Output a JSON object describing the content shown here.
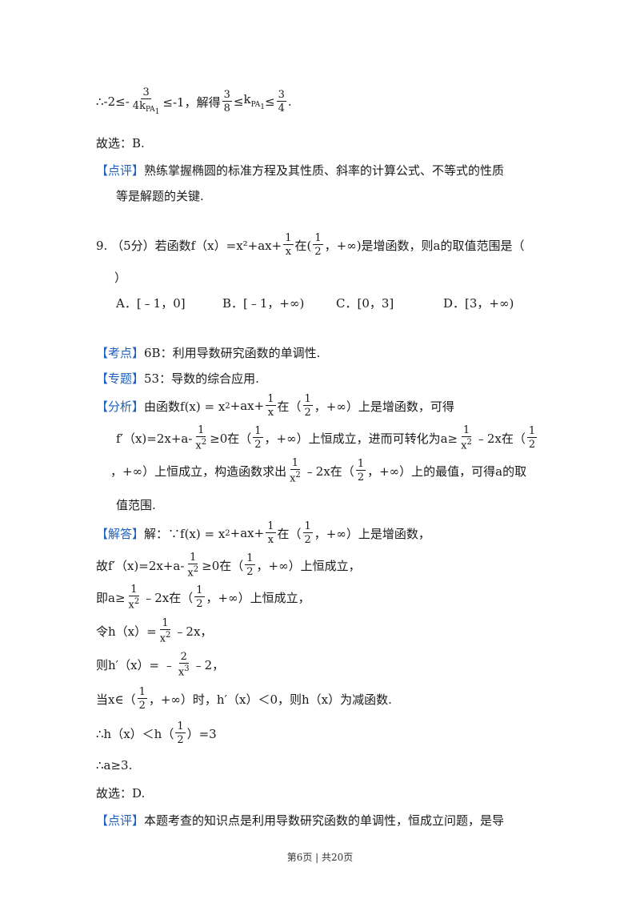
{
  "top": {
    "ineq_prefix": "∴-2≤-",
    "ineq_mid": "≤-1，解得",
    "ineq_end": ".",
    "num3": "3",
    "den_4k": "4k",
    "k": "k",
    "sub_pa": "PA",
    "sub_1": "1",
    "num_3a": "3",
    "den_8": "8",
    "le": "≤",
    "num_3b": "3",
    "den_4": "4",
    "le2": "≤",
    "choice": "故选：B.",
    "review_tag": "【点评】",
    "review_line1": "熟练掌握椭圆的标准方程及其性质、斜率的计算公式、不等式的性质",
    "review_line2": "等是解题的关键."
  },
  "q9": {
    "stem_a": "9.  （5分）若函数f（x）=x²+ax+",
    "stem_b": "在(",
    "stem_c": "，+∞)是增函数，则a的取值范围是（",
    "stem_d": "）",
    "frac_1": "1",
    "frac_x": "x",
    "frac_2": "2",
    "options": [
      "A．[﹣1，0]",
      "B．[﹣1，+∞)",
      "C．[0，3]",
      "D．[3，+∞)"
    ]
  },
  "analysis": {
    "kaodian_tag": "【考点】",
    "kaodian": "6B：利用导数研究函数的单调性.",
    "zhuanti_tag": "【专题】",
    "zhuanti": "53：导数的综合应用.",
    "fenxi_tag": "【分析】",
    "fenxi_a": "由函数f(x) = x",
    "fenxi_b": "+ax+",
    "fenxi_c": "在（",
    "fenxi_d": "，+∞）上是增函数，可得",
    "f2_a": "f′（x)=2x+a-",
    "f2_b": "≥0在（",
    "f2_c": "，+∞）上恒成立，进而可转化为a≥",
    "f2_d": "﹣2x在（",
    "f3_a": "，+∞）上恒成立，构造函数求出",
    "f3_b": "﹣2x在（",
    "f3_c": "，+∞）上的最值，可得a的取",
    "f4": "值范围.",
    "two": "2",
    "three": "3"
  },
  "solution": {
    "tag": "【解答】",
    "s1_a": "解：∵f(x) = x",
    "s1_b": "+ax+",
    "s1_c": "在（",
    "s1_d": "，+∞）上是增函数，",
    "s2_a": "故f′（x)=2x+a-",
    "s2_b": "≥0在（",
    "s2_c": "，+∞）上恒成立，",
    "s3_a": "即a≥",
    "s3_b": "﹣2x在（",
    "s3_c": "，+∞）上恒成立，",
    "s4_a": "令h（x）=",
    "s4_b": "﹣2x，",
    "s5_a": "则h′（x）= ﹣",
    "s5_b": "﹣2，",
    "s6_a": "当x∈（",
    "s6_b": "，+∞）时，h′（x）＜0，则h（x）为减函数.",
    "s7_a": "∴h（x）＜h（",
    "s7_b": "）=3",
    "s8": "∴a≥3.",
    "s9": "故选：D.",
    "review_tag": "【点评】",
    "review": "本题考查的知识点是利用导数研究函数的单调性，恒成立问题，是导"
  },
  "footer": "第6页 | 共20页"
}
